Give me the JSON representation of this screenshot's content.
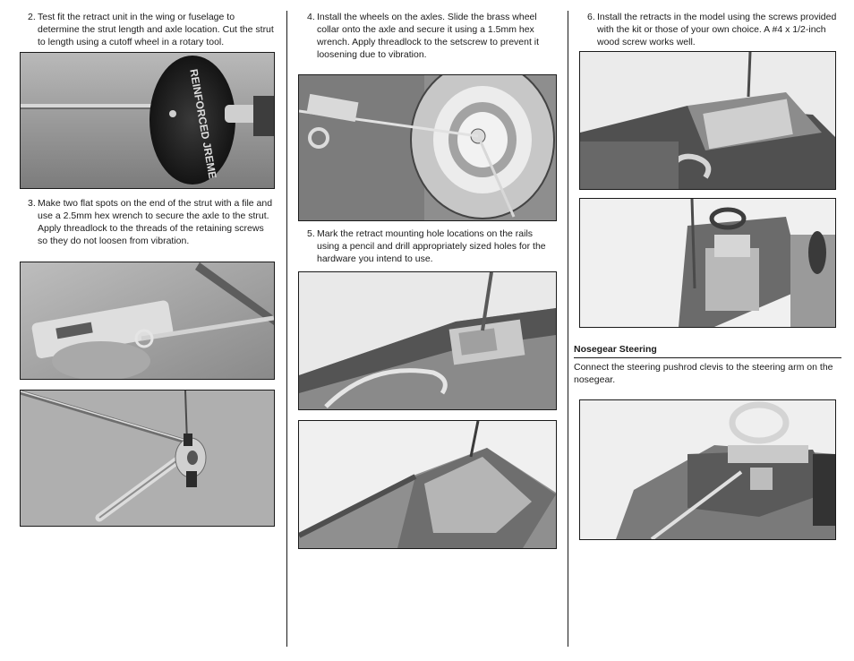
{
  "column1": {
    "step2": {
      "num": "2.",
      "text": "Test fit the retract unit in the wing or fuselage to determine the strut length and axle location. Cut the strut to length using a cutoff wheel in a rotary tool."
    },
    "step3": {
      "num": "3.",
      "text": "Make two flat spots on the end of the strut with a file and use a 2.5mm hex wrench to secure the axle to the strut. Apply threadlock to the threads of the retaining screws so they do not loosen from vibration."
    },
    "photo_cutoff_wheel": {
      "wheel_text": "REINFORCED JREME"
    }
  },
  "column2": {
    "step4": {
      "num": "4.",
      "text": "Install the wheels on the axles. Slide the brass wheel collar onto the axle and secure it using a 1.5mm hex wrench. Apply threadlock to the setscrew to prevent it loosening due to vibration."
    },
    "step5": {
      "num": "5.",
      "text": "Mark the retract mounting hole locations on the rails using a pencil and drill appropriately sized holes for the hardware you intend to use."
    }
  },
  "column3": {
    "step6": {
      "num": "6.",
      "text": "Install the retracts in the model using the screws provided with the kit or those of your own choice. A #4 x 1/2-inch wood screw works well."
    },
    "section_heading": "Nosegear Steering",
    "section_text": "Connect the steering pushrod clevis to the steering arm on the nosegear."
  }
}
